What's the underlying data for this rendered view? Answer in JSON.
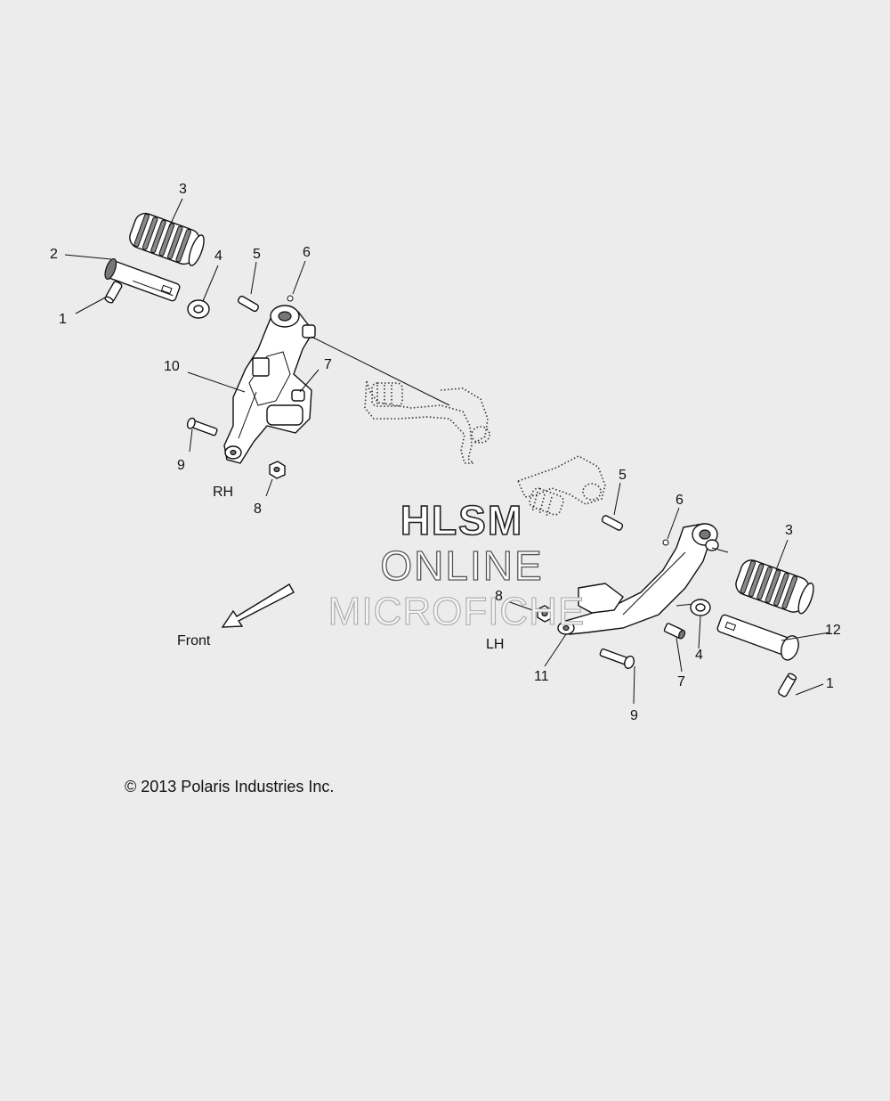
{
  "labels": {
    "rh": "RH",
    "lh": "LH",
    "front": "Front"
  },
  "watermark": {
    "line1": "HLSM",
    "line2": "ONLINE",
    "line3": "MICROFICHE"
  },
  "copyright": "© 2013 Polaris Industries Inc.",
  "callouts_rh": [
    "1",
    "2",
    "3",
    "4",
    "5",
    "6",
    "7",
    "8",
    "9",
    "10"
  ],
  "callouts_lh": [
    "1",
    "3",
    "4",
    "5",
    "6",
    "7",
    "8",
    "9",
    "11",
    "12"
  ]
}
